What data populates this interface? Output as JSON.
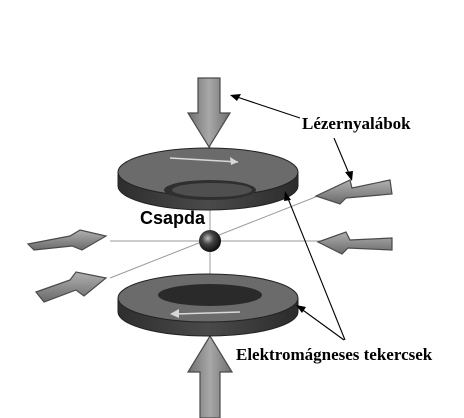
{
  "diagram": {
    "labels": {
      "lasers": "Lézernyalábok",
      "trap": "Csapda",
      "coils": "Elektromágneses tekercsek"
    },
    "colors": {
      "coil_top": "#6b6b6b",
      "coil_side": "#3d3d3d",
      "arrow_fill": "#8a8a8a",
      "arrow_stroke": "#4a4a4a",
      "axis_line": "#9a9a9a",
      "trap_dark": "#111111"
    }
  }
}
